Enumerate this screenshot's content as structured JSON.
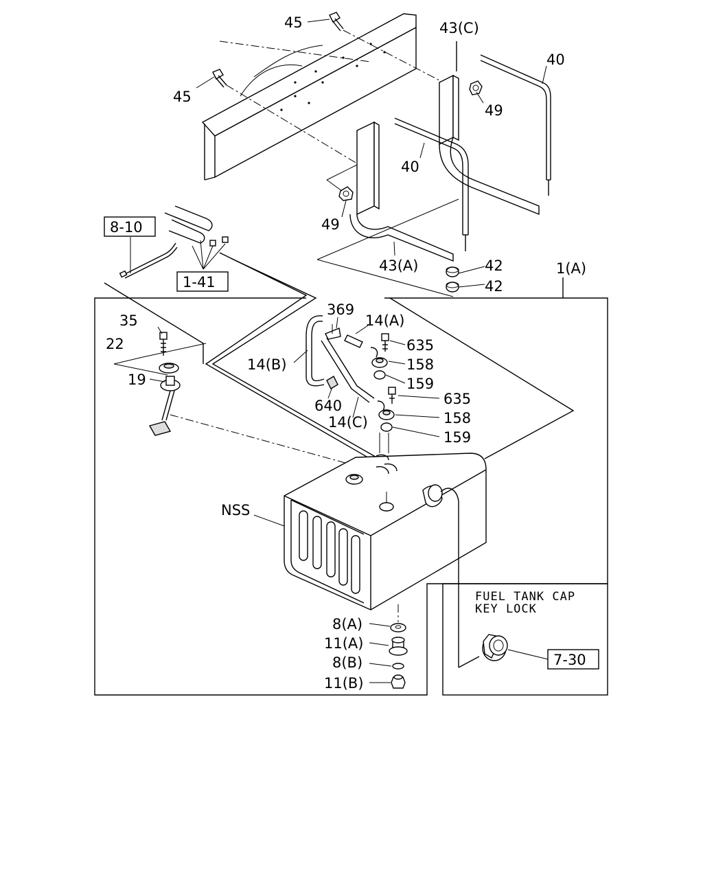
{
  "labels": {
    "45a": "45",
    "45b": "45",
    "43c": "43(C)",
    "40a": "40",
    "40b": "40",
    "49a": "49",
    "49b": "49",
    "43a": "43(A)",
    "42a": "42",
    "42b": "42",
    "1a": "1(A)",
    "810": "8-10",
    "141": "1-41",
    "35": "35",
    "22": "22",
    "19": "19",
    "369": "369",
    "14a": "14(A)",
    "14b": "14(B)",
    "14c": "14(C)",
    "640": "640",
    "635a": "635",
    "635b": "635",
    "158a": "158",
    "158b": "158",
    "159a": "159",
    "159b": "159",
    "nss": "NSS",
    "8a": "8(A)",
    "11a": "11(A)",
    "8b": "8(B)",
    "11b": "11(B)",
    "730": "7-30"
  },
  "inset": {
    "line1": "FUEL TANK CAP",
    "line2": "KEY LOCK"
  }
}
